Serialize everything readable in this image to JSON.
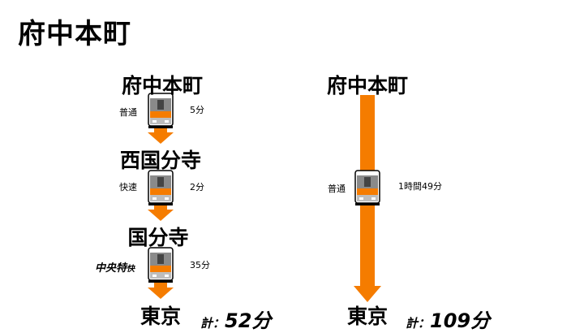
{
  "title": "府中本町",
  "routes": {
    "left": {
      "stations": [
        "府中本町",
        "西国分寺",
        "国分寺",
        "東京"
      ],
      "segments": [
        {
          "service": "普通",
          "duration": "5分"
        },
        {
          "service": "快速",
          "duration": "2分"
        },
        {
          "service": "中央特快",
          "service_parts": [
            "中央特",
            "快"
          ],
          "duration": "35分"
        }
      ],
      "total_label": "計：",
      "total_value": "52分"
    },
    "right": {
      "stations": [
        "府中本町",
        "東京"
      ],
      "segment": {
        "service": "普通",
        "duration": "1時間49分"
      },
      "total_label": "計：",
      "total_value": "109分"
    }
  },
  "colors": {
    "arrow": "#f57c00",
    "train_body": "#9e9e9e",
    "train_stripe": "#f57c00"
  },
  "icons": [
    "train-icon",
    "arrow-down-icon"
  ]
}
